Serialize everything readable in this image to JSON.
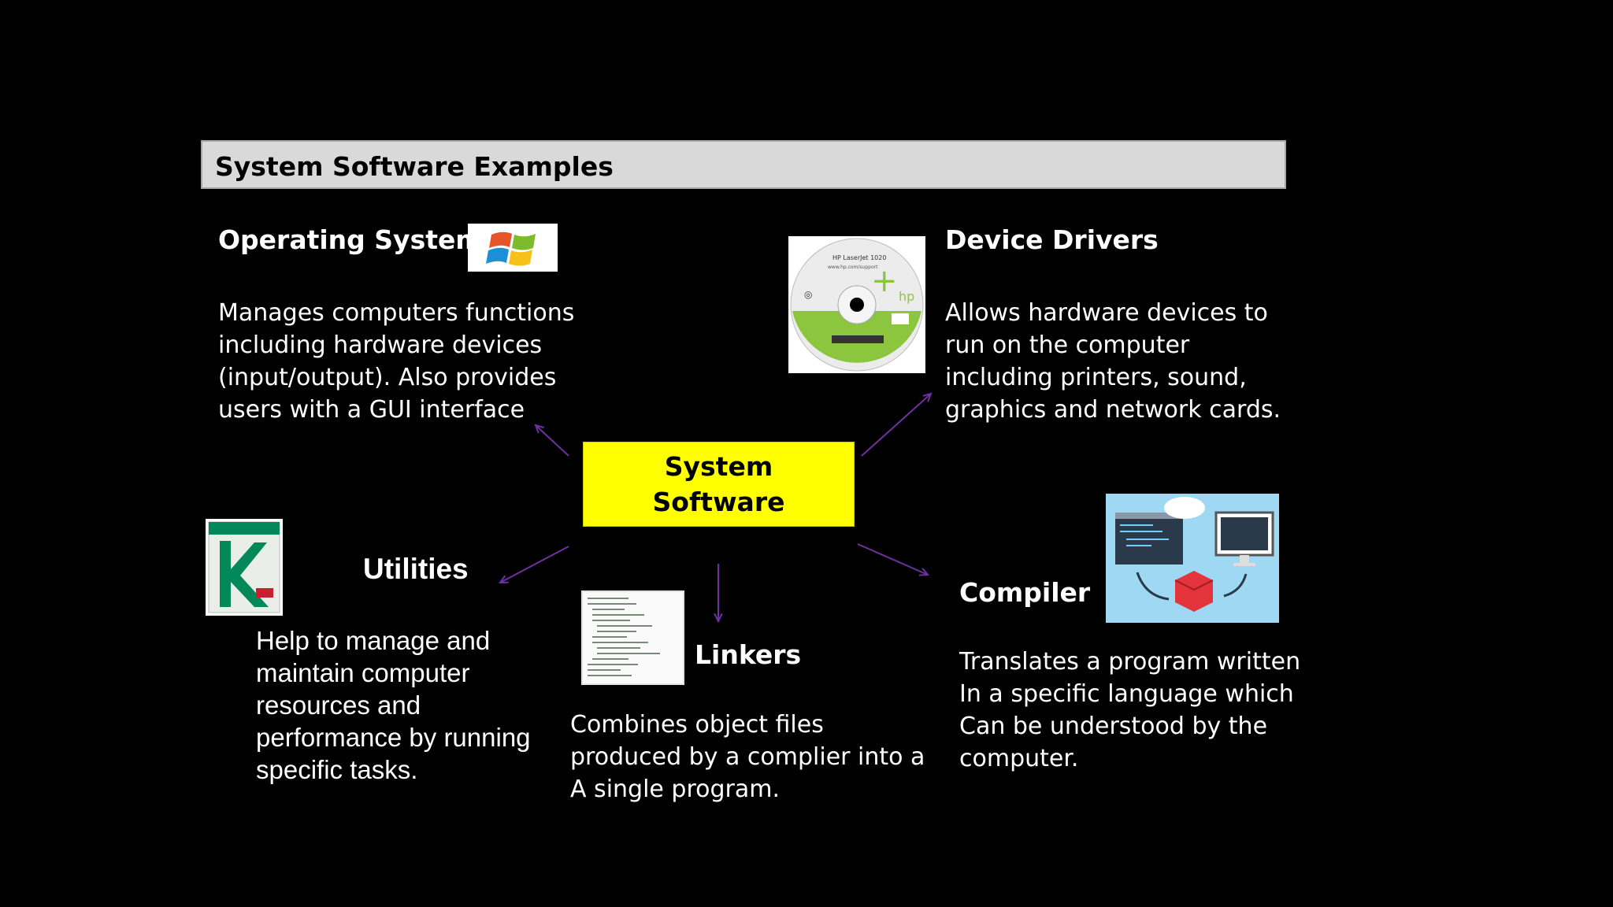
{
  "title": "System Software Examples",
  "center": {
    "line1": "System",
    "line2": "Software"
  },
  "os": {
    "heading": "Operating Systems",
    "lines": [
      "Manages computers functions",
      "including hardware devices",
      "(input/output).  Also provides",
      "users with a GUI interface"
    ]
  },
  "drivers": {
    "heading": "Device Drivers",
    "lines": [
      "Allows hardware devices to",
      "run on the computer",
      "including printers, sound,",
      "graphics and network cards."
    ],
    "disc_text": "hp"
  },
  "utilities": {
    "heading": "Utilities",
    "lines": [
      "Help to manage and",
      "maintain computer",
      "resources and",
      "performance by running",
      "specific tasks."
    ]
  },
  "linkers": {
    "heading": "Linkers",
    "lines": [
      "Combines object files",
      "produced by a complier into a",
      "A single program."
    ]
  },
  "compiler": {
    "heading": "Compiler",
    "lines": [
      "Translates a program written",
      "In a specific language which",
      "Can be understood by the",
      "computer."
    ]
  },
  "colors": {
    "arrow": "#7030a0",
    "center_fill": "#ffff00",
    "title_bar": "#d9d9d9"
  }
}
